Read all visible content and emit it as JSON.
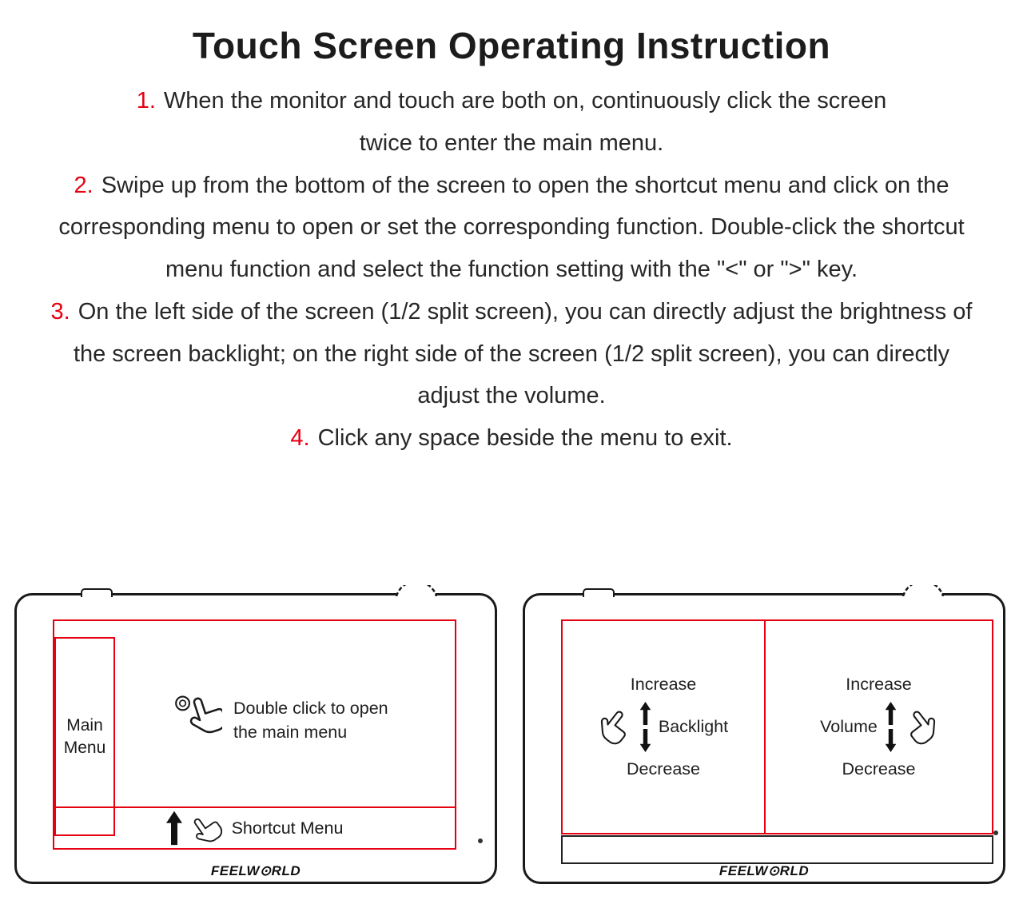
{
  "page": {
    "title": "Touch Screen Operating Instruction"
  },
  "colors": {
    "accent_red": "#e60012",
    "line_black": "#1a1a1a"
  },
  "instructions": [
    {
      "num": "1.",
      "text": "When the monitor and touch are both on, continuously click the screen twice to enter the main menu."
    },
    {
      "num": "2.",
      "text": "Swipe up from the bottom of the screen to open the shortcut menu and click on the corresponding menu to open or set the corresponding function. Double-click the shortcut menu function and select the function setting with the \"<\" or \">\" key."
    },
    {
      "num": "3.",
      "text": "On the left side of the screen (1/2 split screen), you can directly adjust the brightness of the screen backlight; on the right side of the screen (1/2 split screen), you can directly adjust the volume."
    },
    {
      "num": "4.",
      "text": "Click any space beside the menu to exit."
    }
  ],
  "left_monitor": {
    "main_menu_label": "Main Menu",
    "tap_text_line1": "Double click to open",
    "tap_text_line2": "the main menu",
    "shortcut_label": "Shortcut Menu",
    "logo": "FEELW⊙RLD"
  },
  "right_monitor": {
    "left_half": {
      "increase": "Increase",
      "label": "Backlight",
      "decrease": "Decrease"
    },
    "right_half": {
      "increase": "Increase",
      "label": "Volume",
      "decrease": "Decrease"
    },
    "logo": "FEELW⊙RLD"
  }
}
